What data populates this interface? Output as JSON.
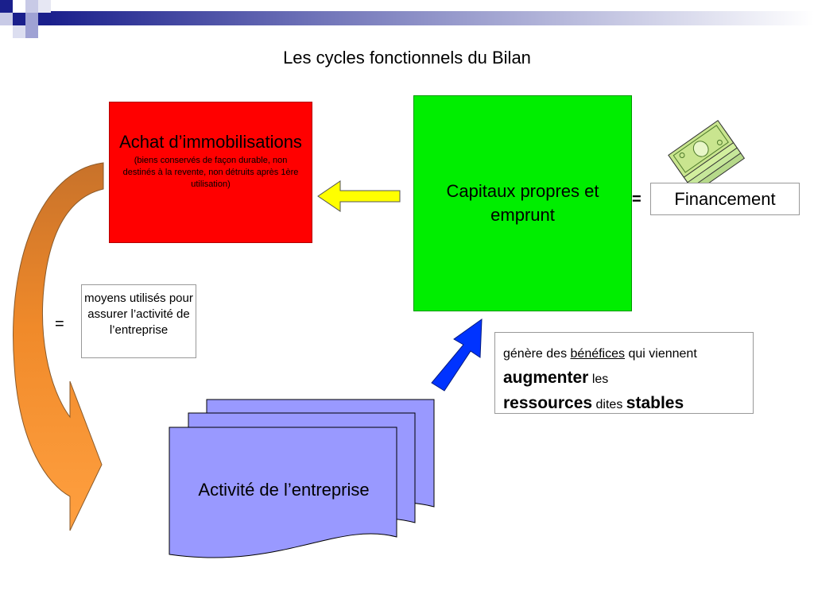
{
  "title": "Les cycles fonctionnels du Bilan",
  "nodes": {
    "achat": {
      "title": "Achat d’immobilisations",
      "subtitle": "(biens conservés de façon durable, non destinés à la revente, non détruits après 1ère utilisation)"
    },
    "capitaux": {
      "label": "Capitaux propres et emprunt"
    },
    "financement": {
      "equals": "=",
      "label": "Financement"
    },
    "moyens": {
      "equals": "=",
      "label": "moyens utilisés pour assurer l’activité de l’entreprise"
    },
    "activite": {
      "label": "Activité de l’entreprise"
    },
    "genere": {
      "t1": "génère des",
      "t2": "bénéfices",
      "t3": "qui viennent",
      "t4": "augmenter",
      "t5": "les",
      "t6": "ressources",
      "t7": "dites",
      "t8": "stables"
    }
  },
  "colors": {
    "achat_box": "#ff0000",
    "capitaux_box": "#00ee00",
    "activite_doc": "#9999ff",
    "left_arrow": "#ffff00",
    "up_arrow": "#0033ff",
    "curved_arrow": "#ff9933"
  },
  "icons": {
    "header_decoration": "blue-squares-gradient-bar",
    "money": "money-stack-icon"
  }
}
